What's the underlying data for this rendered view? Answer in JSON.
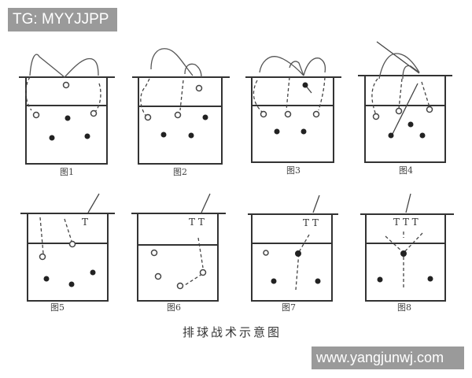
{
  "watermarks": {
    "top_left": "TG: MYYJJPP",
    "bottom_right": "www.yangjunwj.com"
  },
  "diagram": {
    "caption": "排球战术示意图",
    "figures": [
      {
        "id": 1,
        "label": "图1"
      },
      {
        "id": 2,
        "label": "图2"
      },
      {
        "id": 3,
        "label": "图3"
      },
      {
        "id": 4,
        "label": "图4"
      },
      {
        "id": 5,
        "label": "图5",
        "blockers": "T"
      },
      {
        "id": 6,
        "label": "图6",
        "blockers": "T T"
      },
      {
        "id": 7,
        "label": "图7",
        "blockers": "T T"
      },
      {
        "id": 8,
        "label": "图8",
        "blockers": "T T T"
      }
    ]
  }
}
